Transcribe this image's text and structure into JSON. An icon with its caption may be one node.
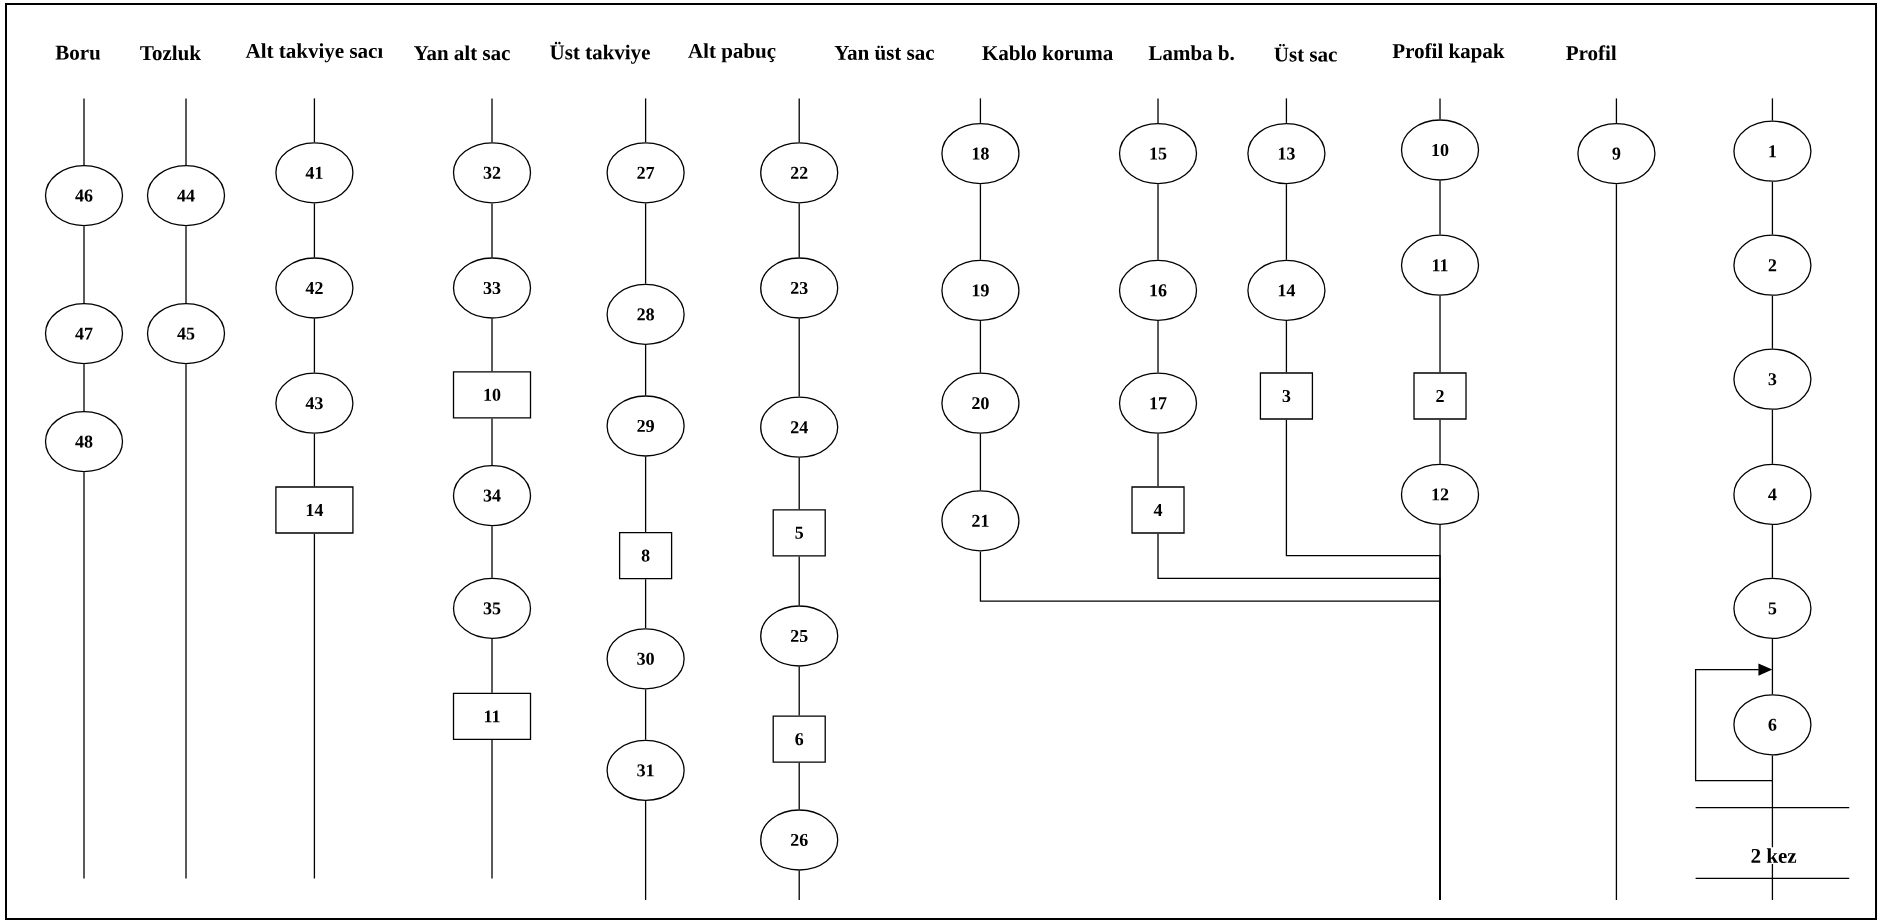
{
  "diagram": {
    "nodes": [
      {
        "text": [
          "46"
        ]
      },
      {
        "text": [
          "47"
        ]
      },
      {
        "text": [
          "48"
        ]
      },
      {
        "text": [
          "44"
        ]
      },
      {
        "text": [
          "45"
        ]
      },
      {
        "text": [
          "41"
        ]
      },
      {
        "text": [
          "42"
        ]
      },
      {
        "text": [
          "43"
        ]
      },
      {
        "text": [
          "14"
        ]
      },
      {
        "text": [
          "32"
        ]
      },
      {
        "text": [
          "33"
        ]
      },
      {
        "text": [
          "10"
        ]
      },
      {
        "text": [
          "34"
        ]
      },
      {
        "text": [
          "35"
        ]
      },
      {
        "text": [
          "11"
        ]
      },
      {
        "text": [
          "27"
        ]
      },
      {
        "text": [
          "28"
        ]
      },
      {
        "text": [
          "29"
        ]
      },
      {
        "text": [
          "8"
        ]
      },
      {
        "text": [
          "30"
        ]
      },
      {
        "text": [
          "31"
        ]
      },
      {
        "text": [
          "22"
        ]
      },
      {
        "text": [
          "23"
        ]
      },
      {
        "text": [
          "24"
        ]
      },
      {
        "text": [
          "5"
        ]
      },
      {
        "text": [
          "25"
        ]
      },
      {
        "text": [
          "6"
        ]
      },
      {
        "text": [
          "26"
        ]
      },
      {
        "text": [
          "18"
        ]
      },
      {
        "text": [
          "19"
        ]
      },
      {
        "text": [
          "20"
        ]
      },
      {
        "text": [
          "21"
        ]
      },
      {
        "text": [
          "15"
        ]
      },
      {
        "text": [
          "16"
        ]
      },
      {
        "text": [
          "17"
        ]
      },
      {
        "text": [
          "4"
        ]
      },
      {
        "text": [
          "13"
        ]
      },
      {
        "text": [
          "14"
        ]
      },
      {
        "text": [
          "3"
        ]
      },
      {
        "text": [
          "10"
        ]
      },
      {
        "text": [
          "11"
        ]
      },
      {
        "text": [
          "2"
        ]
      },
      {
        "text": [
          "12"
        ]
      },
      {
        "text": [
          "9"
        ]
      },
      {
        "text": [
          "1"
        ]
      },
      {
        "text": [
          "2"
        ]
      },
      {
        "text": [
          "3"
        ]
      },
      {
        "text": [
          "4"
        ]
      },
      {
        "text": [
          "5"
        ]
      },
      {
        "text": [
          "6"
        ]
      }
    ],
    "edges": [
      {
        "from": null,
        "to": 0,
        "arrow": "none"
      },
      {
        "from": 0,
        "to": 1,
        "arrow": "none"
      },
      {
        "from": 1,
        "to": 2,
        "arrow": "none"
      },
      {
        "from": 2,
        "to": null,
        "arrow": "none"
      },
      {
        "from": null,
        "to": 3,
        "arrow": "none"
      },
      {
        "from": 3,
        "to": 4,
        "arrow": "none"
      },
      {
        "from": 4,
        "to": null,
        "arrow": "none"
      },
      {
        "from": null,
        "to": 5,
        "arrow": "none"
      },
      {
        "from": 5,
        "to": 6,
        "arrow": "none"
      },
      {
        "from": 6,
        "to": 7,
        "arrow": "none"
      },
      {
        "from": 7,
        "to": 8,
        "arrow": "none"
      },
      {
        "from": 8,
        "to": null,
        "arrow": "none"
      },
      {
        "from": null,
        "to": 9,
        "arrow": "none"
      },
      {
        "from": 9,
        "to": 10,
        "arrow": "none"
      },
      {
        "from": 10,
        "to": 11,
        "arrow": "none"
      },
      {
        "from": 11,
        "to": 12,
        "arrow": "none"
      },
      {
        "from": 12,
        "to": 13,
        "arrow": "none"
      },
      {
        "from": 13,
        "to": 14,
        "arrow": "none"
      },
      {
        "from": 14,
        "to": null,
        "arrow": "none"
      },
      {
        "from": null,
        "to": 15,
        "arrow": "none"
      },
      {
        "from": 15,
        "to": 16,
        "arrow": "none"
      },
      {
        "from": 16,
        "to": 17,
        "arrow": "none"
      },
      {
        "from": 17,
        "to": 18,
        "arrow": "none"
      },
      {
        "from": 18,
        "to": 19,
        "arrow": "none"
      },
      {
        "from": 19,
        "to": 20,
        "arrow": "none"
      },
      {
        "from": 20,
        "to": null,
        "arrow": "none"
      },
      {
        "from": null,
        "to": 21,
        "arrow": "none"
      },
      {
        "from": 21,
        "to": 22,
        "arrow": "none"
      },
      {
        "from": 22,
        "to": 23,
        "arrow": "none"
      },
      {
        "from": 23,
        "to": 24,
        "arrow": "none"
      },
      {
        "from": 24,
        "to": 25,
        "arrow": "none"
      },
      {
        "from": 25,
        "to": 26,
        "arrow": "none"
      },
      {
        "from": 26,
        "to": 27,
        "arrow": "none"
      },
      {
        "from": 27,
        "to": null,
        "arrow": "none"
      },
      {
        "from": null,
        "to": 28,
        "arrow": "none"
      },
      {
        "from": 28,
        "to": 29,
        "arrow": "none"
      },
      {
        "from": 29,
        "to": 30,
        "arrow": "none"
      },
      {
        "from": 30,
        "to": 31,
        "arrow": "none"
      },
      {
        "from": 31,
        "to": null,
        "arrow": "none"
      },
      {
        "from": null,
        "to": 32,
        "arrow": "none"
      },
      {
        "from": 32,
        "to": 33,
        "arrow": "none"
      },
      {
        "from": 33,
        "to": 34,
        "arrow": "none"
      },
      {
        "from": 34,
        "to": 35,
        "arrow": "none"
      },
      {
        "from": 35,
        "to": null,
        "arrow": "none"
      },
      {
        "from": null,
        "to": 36,
        "arrow": "none"
      },
      {
        "from": 36,
        "to": 37,
        "arrow": "none"
      },
      {
        "from": 37,
        "to": 38,
        "arrow": "none"
      },
      {
        "from": 38,
        "to": null,
        "arrow": "none"
      },
      {
        "from": null,
        "to": 39,
        "arrow": "none"
      },
      {
        "from": 39,
        "to": 40,
        "arrow": "none"
      },
      {
        "from": 40,
        "to": 41,
        "arrow": "none"
      },
      {
        "from": 41,
        "to": 42,
        "arrow": "none"
      },
      {
        "from": 42,
        "to": null,
        "arrow": "none"
      },
      {
        "from": null,
        "to": 43,
        "arrow": "none"
      },
      {
        "from": 43,
        "to": null,
        "arrow": "none"
      },
      {
        "from": null,
        "to": 44,
        "arrow": "none"
      },
      {
        "from": 44,
        "to": 45,
        "arrow": "none"
      },
      {
        "from": 45,
        "to": 46,
        "arrow": "none"
      },
      {
        "from": 46,
        "to": 47,
        "arrow": "none"
      },
      {
        "from": 47,
        "to": 48,
        "arrow": "none"
      },
      {
        "from": 48,
        "to": 49,
        "arrow": "none"
      },
      {
        "from": 49,
        "to": null,
        "arrow": "none"
      },
      {
        "from": 49,
        "to": 49,
        "arrow": "to"
      }
    ],
    "labels": [
      "Boru",
      "Tozluk",
      "Alt takviye sacı",
      "Yan alt sac",
      "Üst takviye",
      "Alt pabuç",
      "Yan üst sac",
      "Kablo koruma",
      "Lamba b.",
      "Üst sac",
      "Profil kapak",
      "Profil",
      "2 kez"
    ]
  }
}
